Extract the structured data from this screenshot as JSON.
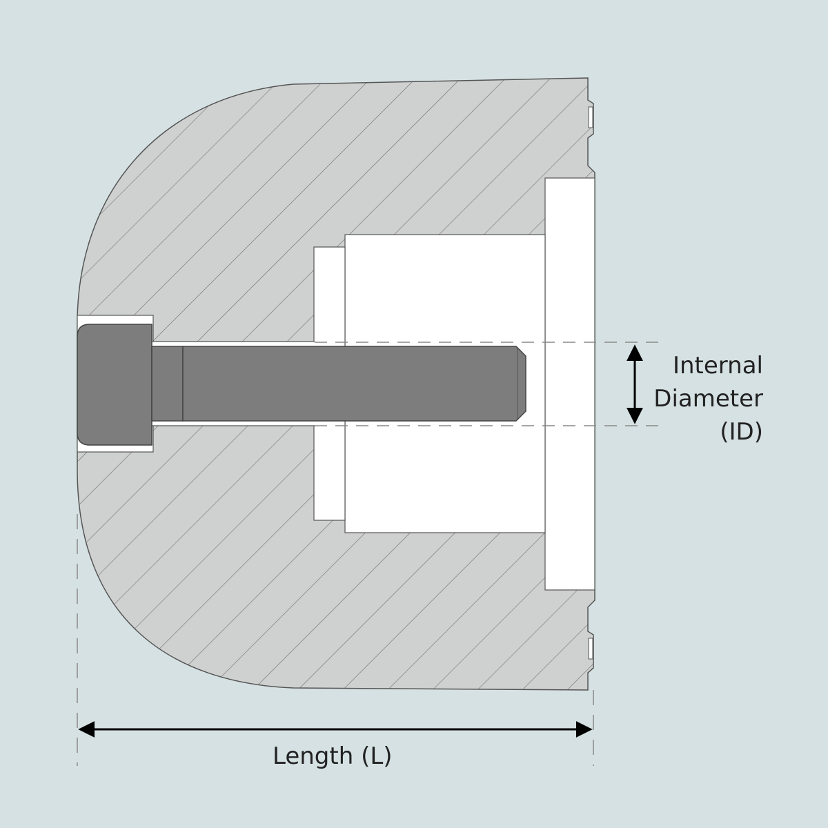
{
  "labels": {
    "internal_diameter": [
      "Internal",
      "Diameter",
      "(ID)"
    ],
    "length": "Length (L)"
  },
  "colors": {
    "background": "#d6e1e3",
    "body_fill": "#cfd0d0",
    "hatch": "#6f6f6f",
    "outline": "#555555",
    "bolt_fill": "#7d7d7d",
    "cavity": "#ffffff",
    "dimension": "#000000"
  }
}
